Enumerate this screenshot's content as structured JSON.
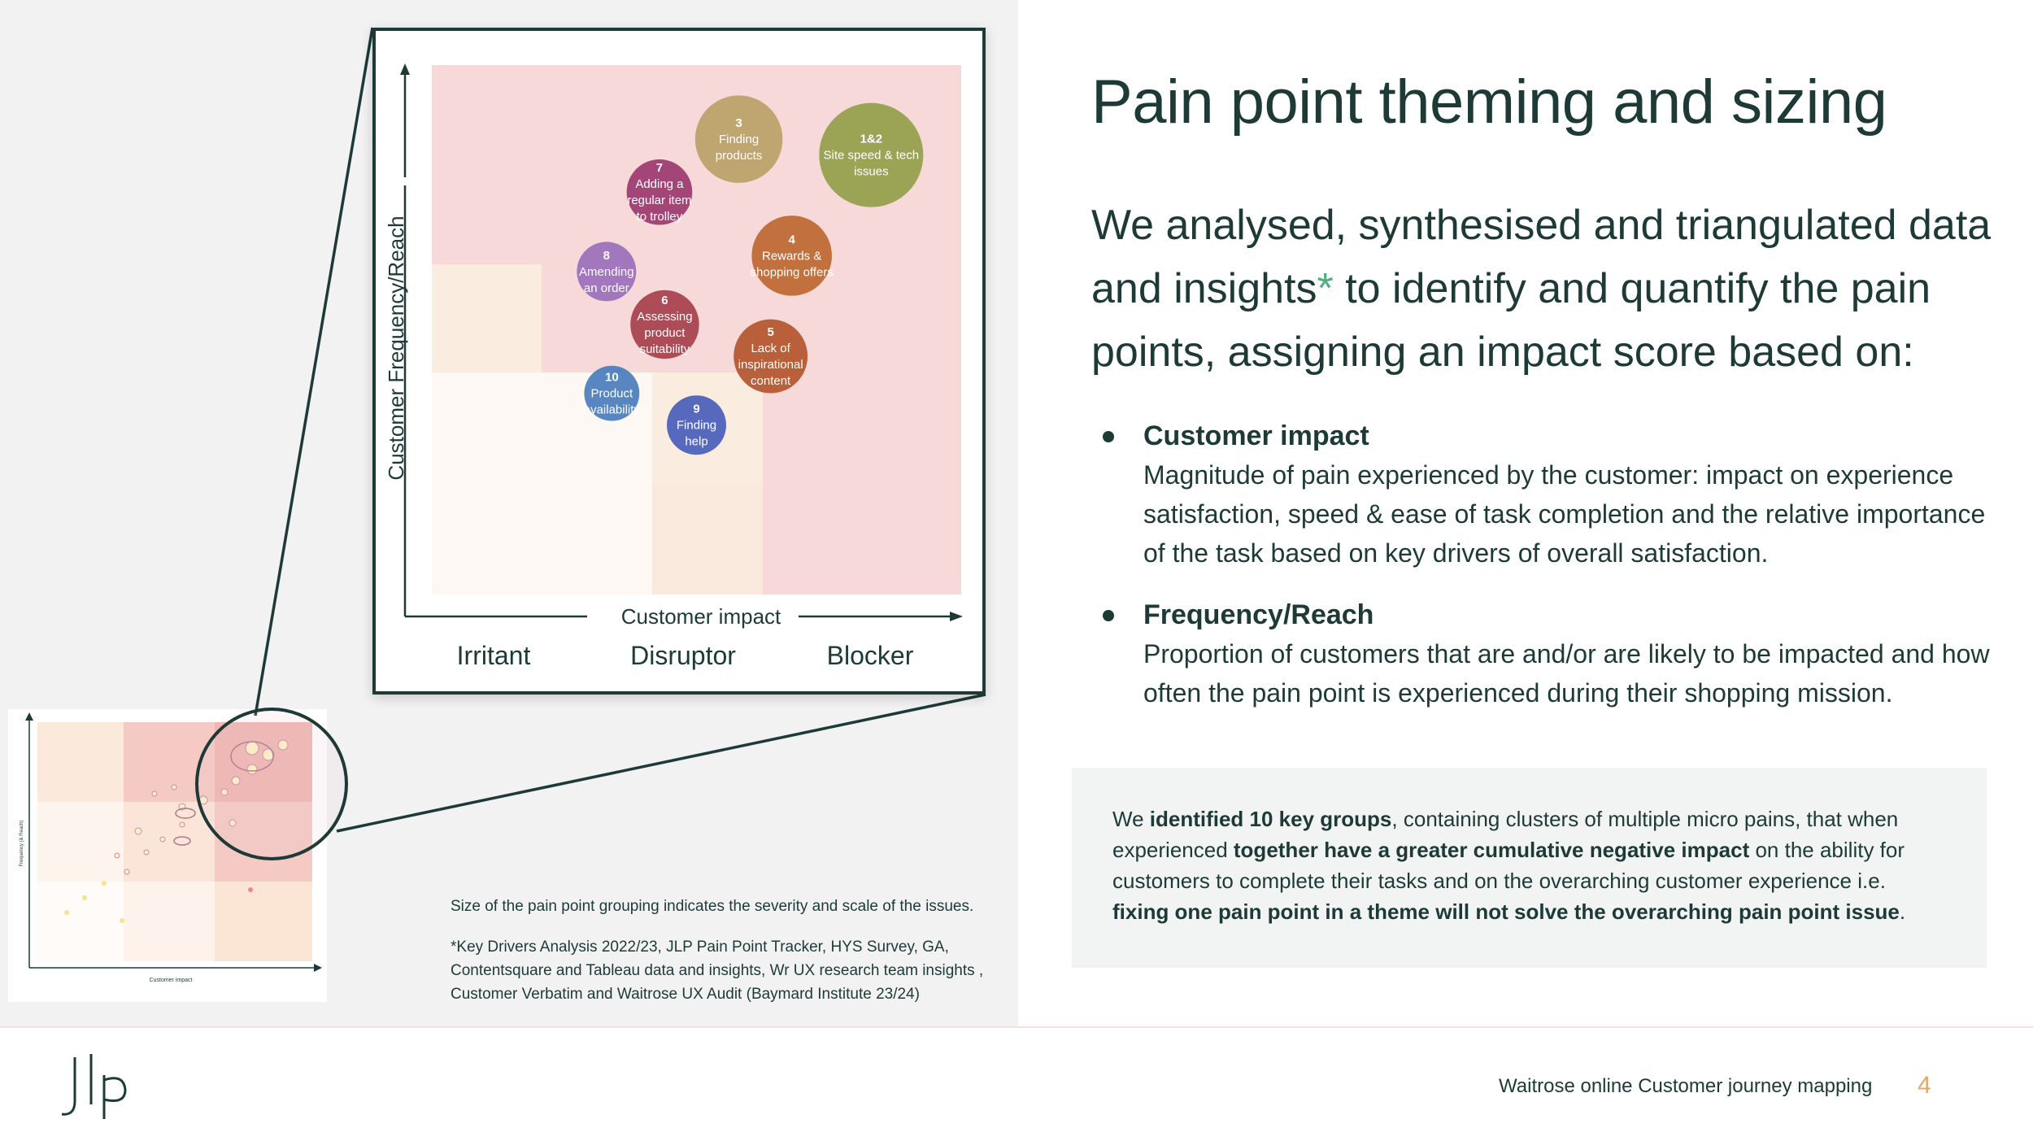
{
  "title": "Pain point theming and sizing",
  "intro": {
    "part1": "We analysed, synthesised and triangulated data and insights",
    "asterisk": "*",
    "part2": " to identify and quantify the pain points, assigning an impact score based on:"
  },
  "bullets": [
    {
      "heading": "Customer impact",
      "body": "Magnitude of pain experienced by the customer: impact on experience satisfaction,  speed & ease of task completion and the relative importance of the task based on key drivers of overall satisfaction."
    },
    {
      "heading": "Frequency/Reach",
      "body": "Proportion of customers that are and/or are likely to be impacted and how often the pain point is experienced during their shopping mission."
    }
  ],
  "callout": {
    "t1": "We ",
    "b1": "identified 10 key groups",
    "t2": ", containing clusters of multiple micro pains, that when experienced ",
    "b2": "together have a greater cumulative negative impact",
    "t3": " on the ability for customers to complete their tasks and on the overarching customer experience i.e. ",
    "b3": "fixing one pain point in a theme will not solve the overarching pain point issue",
    "t4": "."
  },
  "notes": {
    "size_note": "Size of the pain point grouping indicates the severity and scale of the issues.",
    "sources": "*Key Drivers Analysis 2022/23, JLP Pain Point Tracker, HYS Survey, GA, Contentsquare and Tableau data and insights, Wr UX research team insights , Customer Verbatim and Waitrose UX Audit (Baymard Institute 23/24)"
  },
  "footer": {
    "text": "Waitrose online Customer journey mapping",
    "page": "4"
  },
  "mini_chart": {
    "xlabel": "Customer impact",
    "ylabel": "Frequency (& Reach)"
  },
  "colors": {
    "dark_green": "#1d3a36",
    "accent_green": "#4fae7c",
    "page_number": "#e3a862",
    "blocker_zone": "#f8d9d9",
    "disruptor_zone": "#f9eadd",
    "irritant_zone": "#fdf8f3"
  },
  "chart_data": {
    "type": "scatter",
    "xlabel": "Customer impact",
    "ylabel": "Customer Frequency/Reach",
    "x_categories": [
      "Irritant",
      "Disruptor",
      "Blocker"
    ],
    "size_encodes": "severity and scale",
    "points": [
      {
        "num": "1&2",
        "label": [
          "Site speed & tech",
          "issues"
        ],
        "x": 0.83,
        "y": 0.83,
        "size": 1.0,
        "color": "#96a04e"
      },
      {
        "num": "3",
        "label": [
          "Finding",
          "products"
        ],
        "x": 0.58,
        "y": 0.86,
        "size": 0.84,
        "color": "#bca26a"
      },
      {
        "num": "4",
        "label": [
          "Rewards &",
          "shopping offers"
        ],
        "x": 0.68,
        "y": 0.64,
        "size": 0.77,
        "color": "#bf6a35"
      },
      {
        "num": "5",
        "label": [
          "Lack of",
          "inspirational",
          "content"
        ],
        "x": 0.64,
        "y": 0.45,
        "size": 0.71,
        "color": "#b55a33"
      },
      {
        "num": "6",
        "label": [
          "Assessing",
          "product",
          "suitability"
        ],
        "x": 0.44,
        "y": 0.51,
        "size": 0.66,
        "color": "#a94550"
      },
      {
        "num": "7",
        "label": [
          "Adding a",
          "regular item",
          "to trolley"
        ],
        "x": 0.43,
        "y": 0.76,
        "size": 0.63,
        "color": "#9e3e72"
      },
      {
        "num": "8",
        "label": [
          "Amending",
          "an order"
        ],
        "x": 0.33,
        "y": 0.61,
        "size": 0.57,
        "color": "#9e72bd"
      },
      {
        "num": "9",
        "label": [
          "Finding",
          "help"
        ],
        "x": 0.5,
        "y": 0.32,
        "size": 0.57,
        "color": "#4d62bb"
      },
      {
        "num": "10",
        "label": [
          "Product",
          "availability"
        ],
        "x": 0.34,
        "y": 0.38,
        "size": 0.53,
        "color": "#4f7fbd"
      }
    ]
  }
}
